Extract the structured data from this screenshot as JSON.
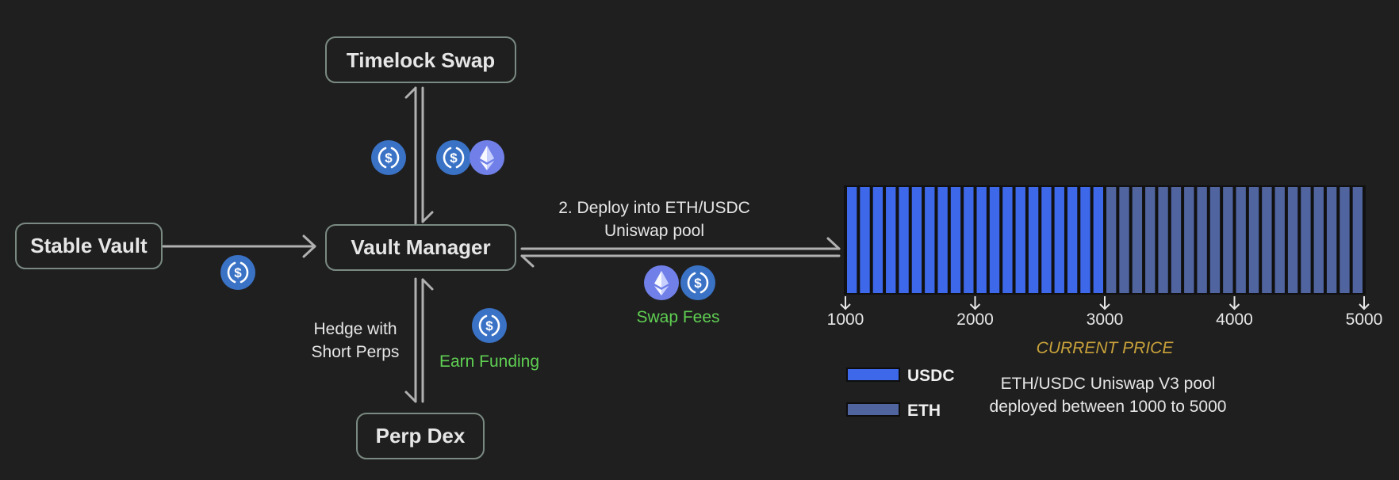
{
  "colors": {
    "background": "#1f1f1f",
    "box_border": "#7a8a82",
    "box_text": "#e6e6e6",
    "arrow": "#b0b0b0",
    "green": "#5fcf52",
    "gold": "#c9a23a",
    "usdc_bar": "#3e68ea",
    "eth_bar": "#5064a0",
    "usdc_coin": "#3a72c6",
    "eth_coin": "#7080e8"
  },
  "nodes": {
    "timelock_swap": "Timelock Swap",
    "vault_manager": "Vault Manager",
    "stable_vault": "Stable Vault",
    "perp_dex": "Perp Dex"
  },
  "labels": {
    "deploy_line1": "2. Deploy into ETH/USDC",
    "deploy_line2": "Uniswap pool",
    "swap_fees": "Swap Fees",
    "hedge_line1": "Hedge with",
    "hedge_line2": "Short Perps",
    "earn_funding": "Earn Funding"
  },
  "icons": {
    "usdc": "usdc-coin-icon",
    "eth": "eth-coin-icon"
  },
  "chart_data": {
    "type": "bar",
    "x_ticks": [
      "1000",
      "2000",
      "3000",
      "4000",
      "5000"
    ],
    "xlim": [
      1000,
      5000
    ],
    "current_price": 3000,
    "current_price_label": "CURRENT PRICE",
    "bar_count": 40,
    "series": [
      {
        "name": "USDC",
        "range": [
          1000,
          3000
        ],
        "bars": 20
      },
      {
        "name": "ETH",
        "range": [
          3000,
          5000
        ],
        "bars": 20
      }
    ],
    "legend": [
      {
        "label": "USDC",
        "series": "USDC"
      },
      {
        "label": "ETH",
        "series": "ETH"
      }
    ],
    "caption_line1": "ETH/USDC Uniswap V3 pool",
    "caption_line2": "deployed between 1000 to 5000"
  }
}
